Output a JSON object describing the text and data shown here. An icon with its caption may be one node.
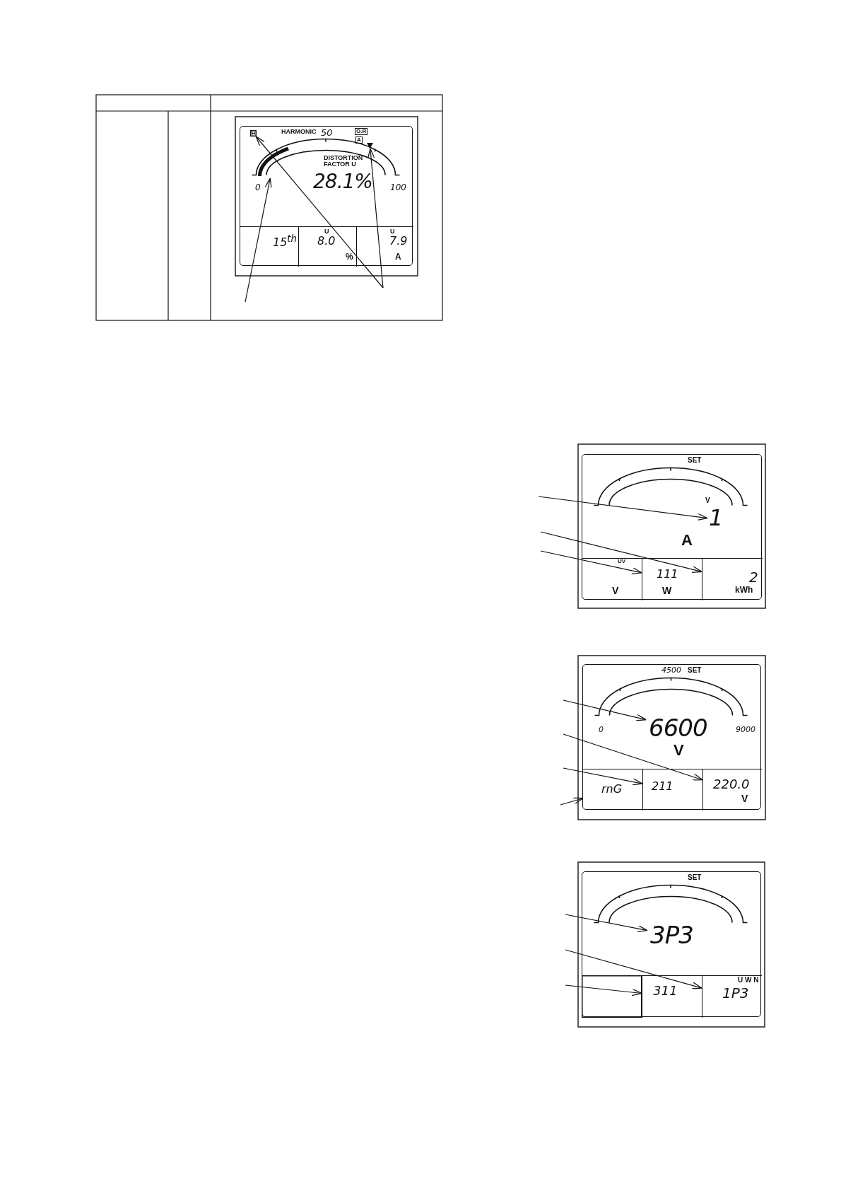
{
  "diagram": {
    "nodes": [
      {
        "text": [
          "HARMONIC",
          "50",
          "O.R",
          "A",
          "DISTORTION FACTOR U",
          "0",
          "28.1%",
          "100"
        ]
      },
      {
        "text": [],
        "shape": "box",
        "in": 0
      },
      {
        "text": [],
        "shape": "bar",
        "in": 0
      },
      {
        "text": [],
        "shape": "triangle",
        "in": 0
      },
      {
        "text": [
          "15$^{th}$"
        ],
        "in": 0
      },
      {
        "text": [
          "U",
          "8.0",
          "%"
        ],
        "in": 0
      },
      {
        "text": [
          "U",
          "7.9",
          "A"
        ],
        "in": 0
      },
      {
        "text": [
          "SET",
          "V",
          "A"
        ]
      },
      {
        "text": [
          "1"
        ],
        "in": 7
      },
      {
        "text": [
          "UV",
          "V"
        ],
        "in": 7
      },
      {
        "text": [
          "111",
          "W"
        ],
        "in": 7
      },
      {
        "text": [
          "2",
          "kWh"
        ],
        "in": 7
      },
      {
        "text": [
          "4500",
          "SET",
          "0",
          "9000",
          "V"
        ]
      },
      {
        "text": [
          "6600"
        ],
        "in": 12
      },
      {
        "text": [
          "rnG"
        ],
        "in": 12
      },
      {
        "text": [
          "211"
        ],
        "in": 12
      },
      {
        "text": [
          "220.0",
          "V"
        ],
        "in": 12
      },
      {
        "text": [
          "SET"
        ]
      },
      {
        "text": [
          "3P3"
        ],
        "in": 17
      },
      {
        "text": [],
        "shape": "box",
        "in": 17
      },
      {
        "text": [
          "311"
        ],
        "in": 17
      },
      {
        "text": [
          "U W N",
          "1P3"
        ],
        "in": 17
      }
    ],
    "edges": [
      {
        "from": null,
        "to": 2,
        "arrow": "to"
      },
      {
        "from": null,
        "to": 1,
        "arrow": "to"
      },
      {
        "from": null,
        "to": 3,
        "arrow": "to"
      },
      {
        "from": null,
        "to": 8,
        "arrow": "to"
      },
      {
        "from": null,
        "to": 11,
        "arrow": "to"
      },
      {
        "from": null,
        "to": 10,
        "arrow": "to"
      },
      {
        "from": null,
        "to": 13,
        "arrow": "to"
      },
      {
        "from": null,
        "to": 16,
        "arrow": "to"
      },
      {
        "from": null,
        "to": 15,
        "arrow": "to"
      },
      {
        "from": null,
        "to": 14,
        "arrow": "to"
      },
      {
        "from": null,
        "to": 18,
        "arrow": "to"
      },
      {
        "from": null,
        "to": 21,
        "arrow": "to"
      },
      {
        "from": null,
        "to": 20,
        "arrow": "to"
      }
    ]
  }
}
